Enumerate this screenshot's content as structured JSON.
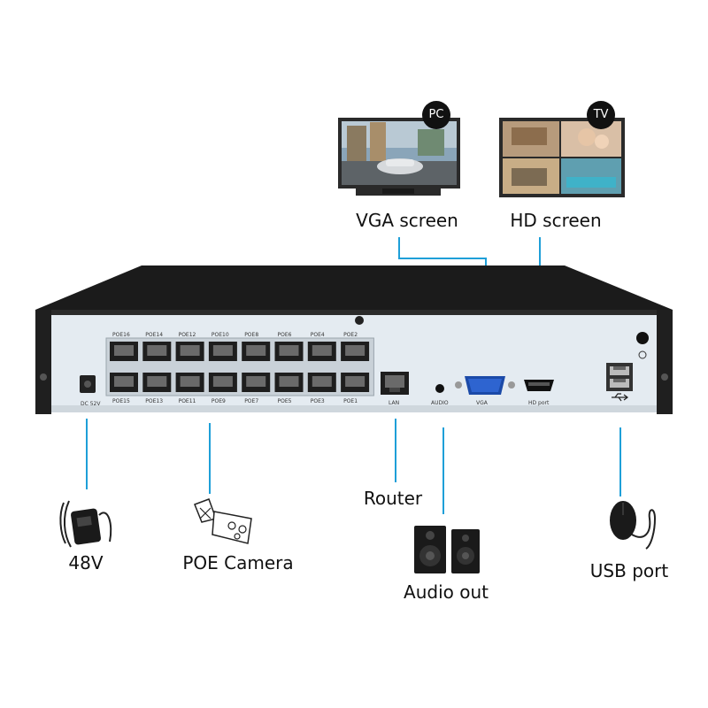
{
  "monitors": {
    "pc_badge": "PC",
    "tv_badge": "TV"
  },
  "labels": {
    "vga_screen": "VGA screen",
    "hd_screen": "HD screen",
    "router": "Router",
    "audio_out": "Audio out",
    "usb_port": "USB port",
    "poe_camera": "POE Camera",
    "power": "48V"
  },
  "panel": {
    "dc": "DC 52V",
    "poe_top": [
      "POE16",
      "POE14",
      "POE12",
      "POE10",
      "POE8",
      "POE6",
      "POE4",
      "POE2"
    ],
    "poe_bottom": [
      "POE15",
      "POE13",
      "POE11",
      "POE9",
      "POE7",
      "POE5",
      "POE3",
      "POE1"
    ],
    "lan": "LAN",
    "audio": "AUDIO",
    "vga": "VGA",
    "hd_port": "HD port"
  },
  "colors": {
    "connector_line": "#1e9fd8",
    "chassis_top": "#1b1b1b",
    "panel_face": "#e4ebf1"
  }
}
